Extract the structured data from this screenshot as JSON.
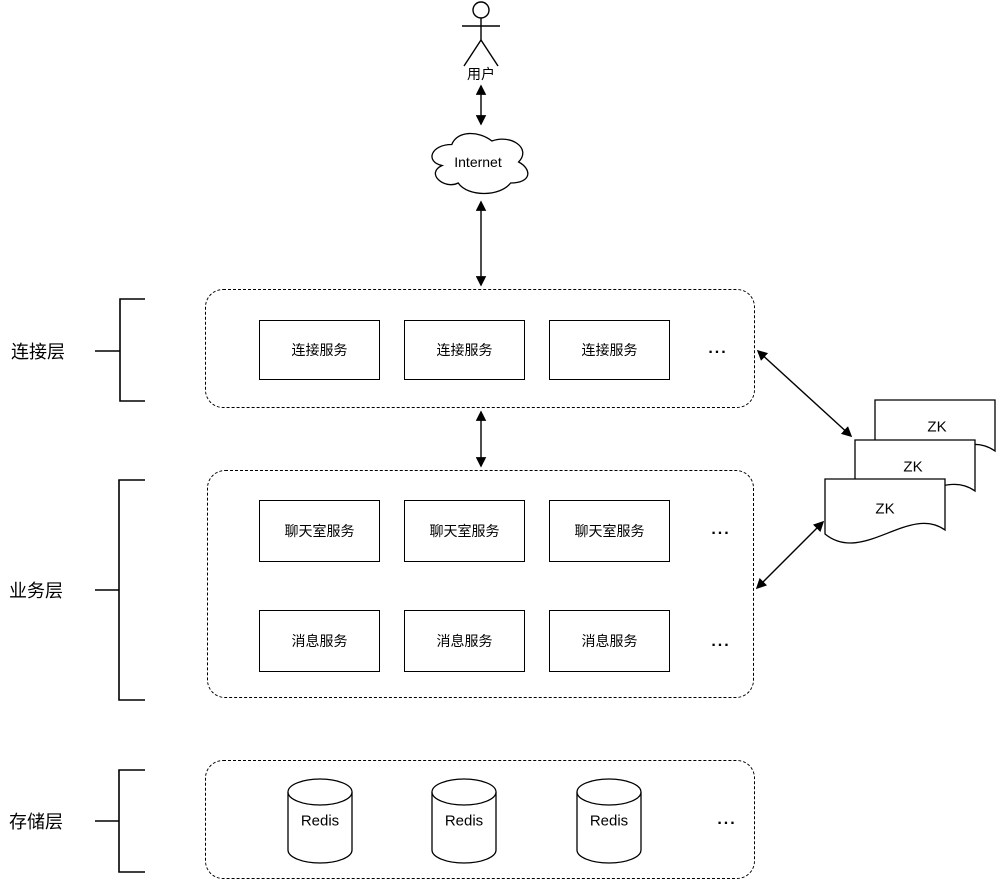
{
  "colors": {
    "stroke": "#000000",
    "background": "#ffffff"
  },
  "actor": {
    "label": "用户"
  },
  "cloud": {
    "label": "Internet"
  },
  "connection_layer": {
    "bracket_label": "连接层",
    "boxes": [
      "连接服务",
      "连接服务",
      "连接服务"
    ],
    "ellipsis": "..."
  },
  "business_layer": {
    "bracket_label": "业务层",
    "chat_boxes": [
      "聊天室服务",
      "聊天室服务",
      "聊天室服务"
    ],
    "chat_ellipsis": "...",
    "message_boxes": [
      "消息服务",
      "消息服务",
      "消息服务"
    ],
    "message_ellipsis": "..."
  },
  "storage_layer": {
    "bracket_label": "存储层",
    "cylinders": [
      "Redis",
      "Redis",
      "Redis"
    ],
    "ellipsis": "..."
  },
  "zookeeper": {
    "docs": [
      "ZK",
      "ZK",
      "ZK"
    ]
  }
}
